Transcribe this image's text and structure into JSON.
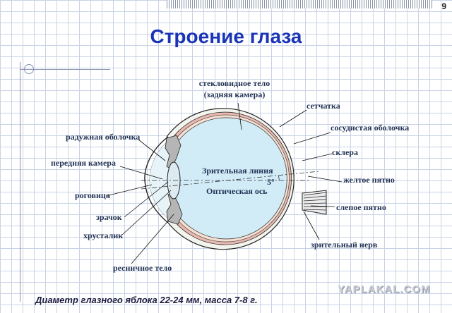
{
  "slide_number": "9",
  "title": "Строение глаза",
  "footer": "Диаметр глазного яблока 22-24 мм, масса 7-8 г.",
  "watermark": "YAPLAKAL.COM",
  "diagram": {
    "labels": {
      "vitreous_line1": "стекловидное тело",
      "vitreous_line2": "(задняя камера)",
      "retina": "сетчатка",
      "choroid": "сосудистая оболочка",
      "sclera": "склера",
      "macula": "желтое пятно",
      "blind_spot": "слепое пятно",
      "optic_nerve": "зрительный нерв",
      "iris": "радужная оболочка",
      "anterior_chamber": "передняя камера",
      "cornea": "роговица",
      "pupil": "зрачок",
      "lens": "хрусталик",
      "ciliary_body": "ресничное тело",
      "visual_line": "Зрительная линия",
      "optical_axis": "Оптическая ось",
      "angle": "5°"
    }
  }
}
